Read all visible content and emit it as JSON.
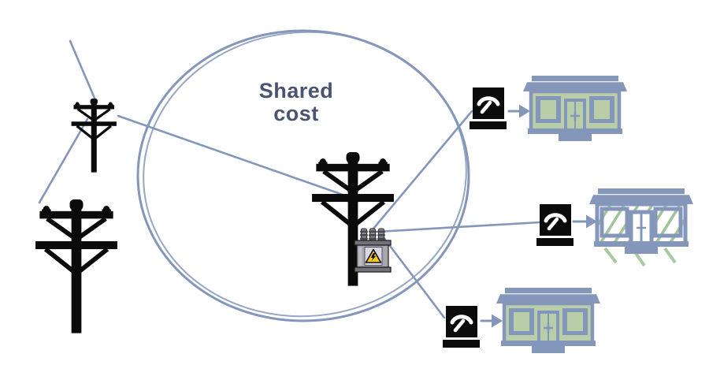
{
  "shared_zone": {
    "label": "Shared cost"
  },
  "icons": {
    "zone": "hatched-ellipse-shared-zone",
    "poles": [
      "utility-pole-icon",
      "utility-pole-icon",
      "utility-pole-with-transformer-icon"
    ],
    "transformer": "distribution-transformer-icon",
    "warning": "high-voltage-warning-triangle-icon",
    "meters": [
      "electric-meter-icon",
      "electric-meter-icon",
      "electric-meter-icon"
    ],
    "arrows": [
      "arrow-right-icon",
      "arrow-right-icon",
      "arrow-right-icon"
    ],
    "houses": [
      "house-icon",
      "house-sketch-icon",
      "house-icon"
    ],
    "wires": [
      "power-line",
      "power-line",
      "power-line",
      "service-drop-line",
      "service-drop-line",
      "service-drop-line"
    ]
  },
  "colors": {
    "background": "#ffffff",
    "line_blue": "#8496ba",
    "label_text": "#4a5472",
    "hatch_green": "#a8c69e",
    "hatch_green_light": "#c0d5b6",
    "house_green": "#b9cda8",
    "meter_black": "#0b0b0b",
    "transformer_gray": "#a8a6ae",
    "transformer_cap_gray": "#737179",
    "warning_yellow": "#f8c723"
  }
}
